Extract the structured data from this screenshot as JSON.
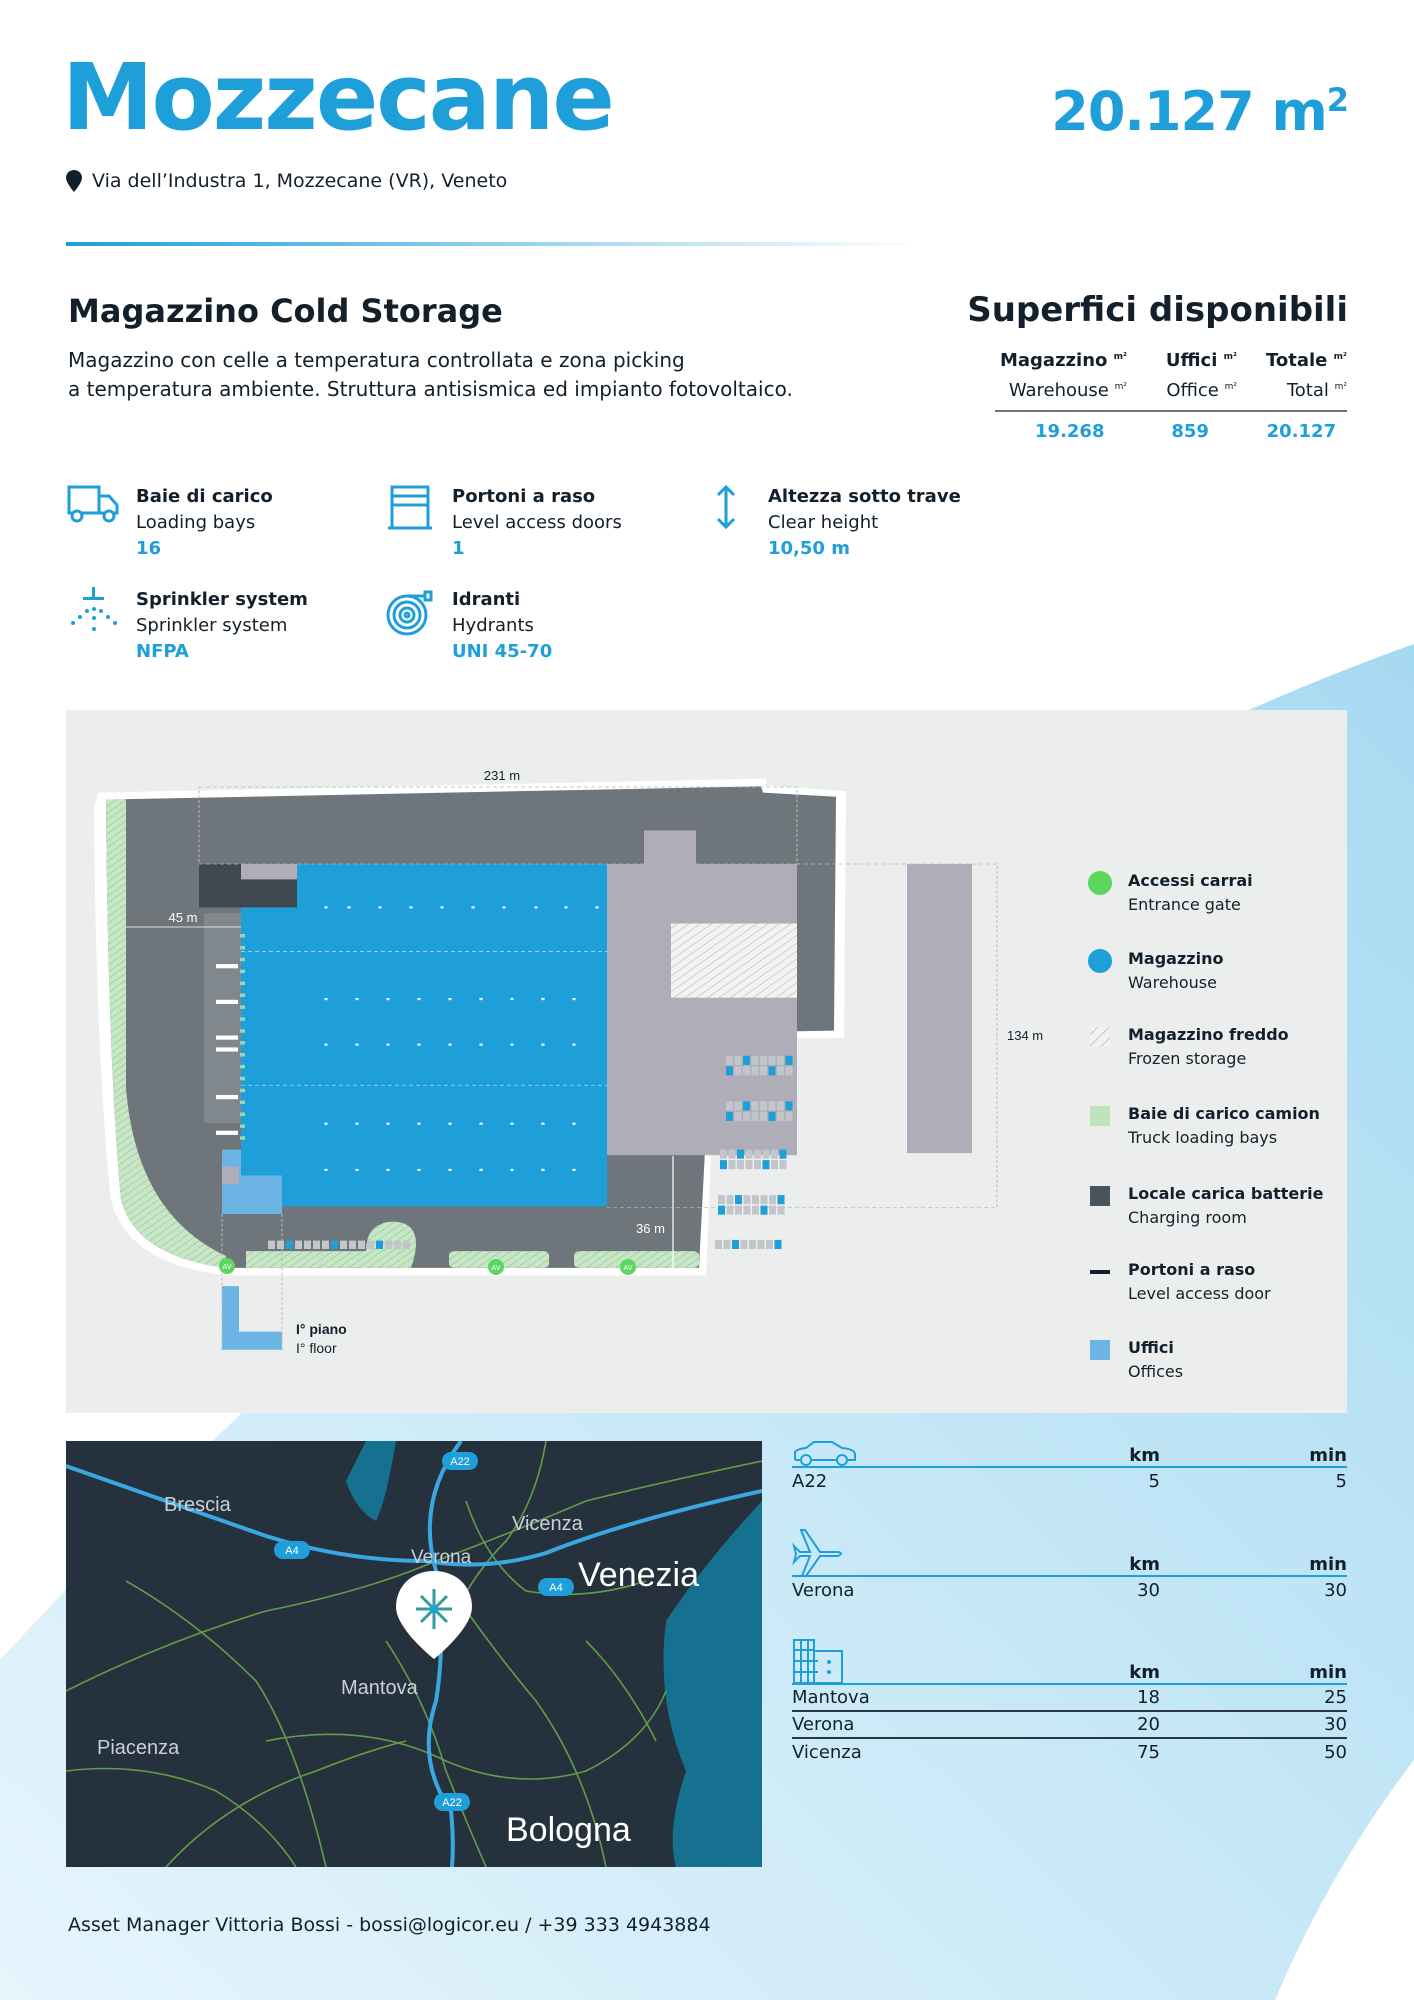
{
  "header": {
    "title": "Mozzecane",
    "area": "20.127 m",
    "area_sup": "2",
    "address": "Via dell’Industra 1, Mozzecane (VR), Veneto"
  },
  "intro": {
    "subtitle": "Magazzino Cold Storage",
    "desc_line1": "Magazzino con celle a temperatura controllata e zona picking",
    "desc_line2": "a temperatura ambiente. Struttura antisismica ed impianto fotovoltaico."
  },
  "surfaces": {
    "title": "Superfici disponibili",
    "unit": "m²",
    "headers_it": [
      "Magazzino",
      "Uffici",
      "Totale"
    ],
    "headers_en": [
      "Warehouse",
      "Office",
      "Total"
    ],
    "values": [
      "19.268",
      "859",
      "20.127"
    ]
  },
  "features": [
    {
      "icon": "truck-icon",
      "it": "Baie di carico",
      "en": "Loading bays",
      "value": "16"
    },
    {
      "icon": "door-icon",
      "it": "Portoni a raso",
      "en": "Level access doors",
      "value": "1"
    },
    {
      "icon": "height-arrow-icon",
      "it": "Altezza sotto trave",
      "en": "Clear height",
      "value": "10,50 m"
    },
    {
      "icon": "sprinkler-icon",
      "it": "Sprinkler system",
      "en": "Sprinkler system",
      "value": "NFPA"
    },
    {
      "icon": "hydrant-icon",
      "it": "Idranti",
      "en": "Hydrants",
      "value": "UNI 45-70"
    }
  ],
  "plan": {
    "dim_width": "231 m",
    "dim_depth": "134 m",
    "dim_yard_left": "45 m",
    "dim_yard_bottom": "36 m",
    "floor_it": "I° piano",
    "floor_en": "I° floor",
    "gate_glyph": "AV"
  },
  "legend": [
    {
      "it": "Accessi carrai",
      "en": "Entrance gate",
      "color": "#5cd65c"
    },
    {
      "it": "Magazzino",
      "en": "Warehouse",
      "color": "#1e9fd9"
    },
    {
      "it": "Magazzino freddo",
      "en": "Frozen storage",
      "color": "#e8e8e8"
    },
    {
      "it": "Baie di carico camion",
      "en": "Truck loading bays",
      "color": "#bfe3bf"
    },
    {
      "it": "Locale carica batterie",
      "en": "Charging room",
      "color": "#4a535b"
    },
    {
      "it": "Portoni a raso",
      "en": "Level access door",
      "color": "#13202b"
    },
    {
      "it": "Uffici",
      "en": "Offices",
      "color": "#6cb4e4"
    }
  ],
  "map": {
    "cities": [
      "Brescia",
      "Vicenza",
      "Verona",
      "Venezia",
      "Mantova",
      "Piacenza",
      "Bologna"
    ],
    "roads": [
      "A22",
      "A4",
      "A4",
      "A22"
    ]
  },
  "distances": {
    "km": "km",
    "min": "min",
    "highway": [
      {
        "name": "A22",
        "km": "5",
        "min": "5"
      }
    ],
    "airport": [
      {
        "name": "Verona",
        "km": "30",
        "min": "30"
      }
    ],
    "cities": [
      {
        "name": "Mantova",
        "km": "18",
        "min": "25"
      },
      {
        "name": "Verona",
        "km": "20",
        "min": "30"
      },
      {
        "name": "Vicenza",
        "km": "75",
        "min": "50"
      }
    ]
  },
  "footer": "Asset Manager Vittoria Bossi - bossi@logicor.eu / +39 333 4943884"
}
